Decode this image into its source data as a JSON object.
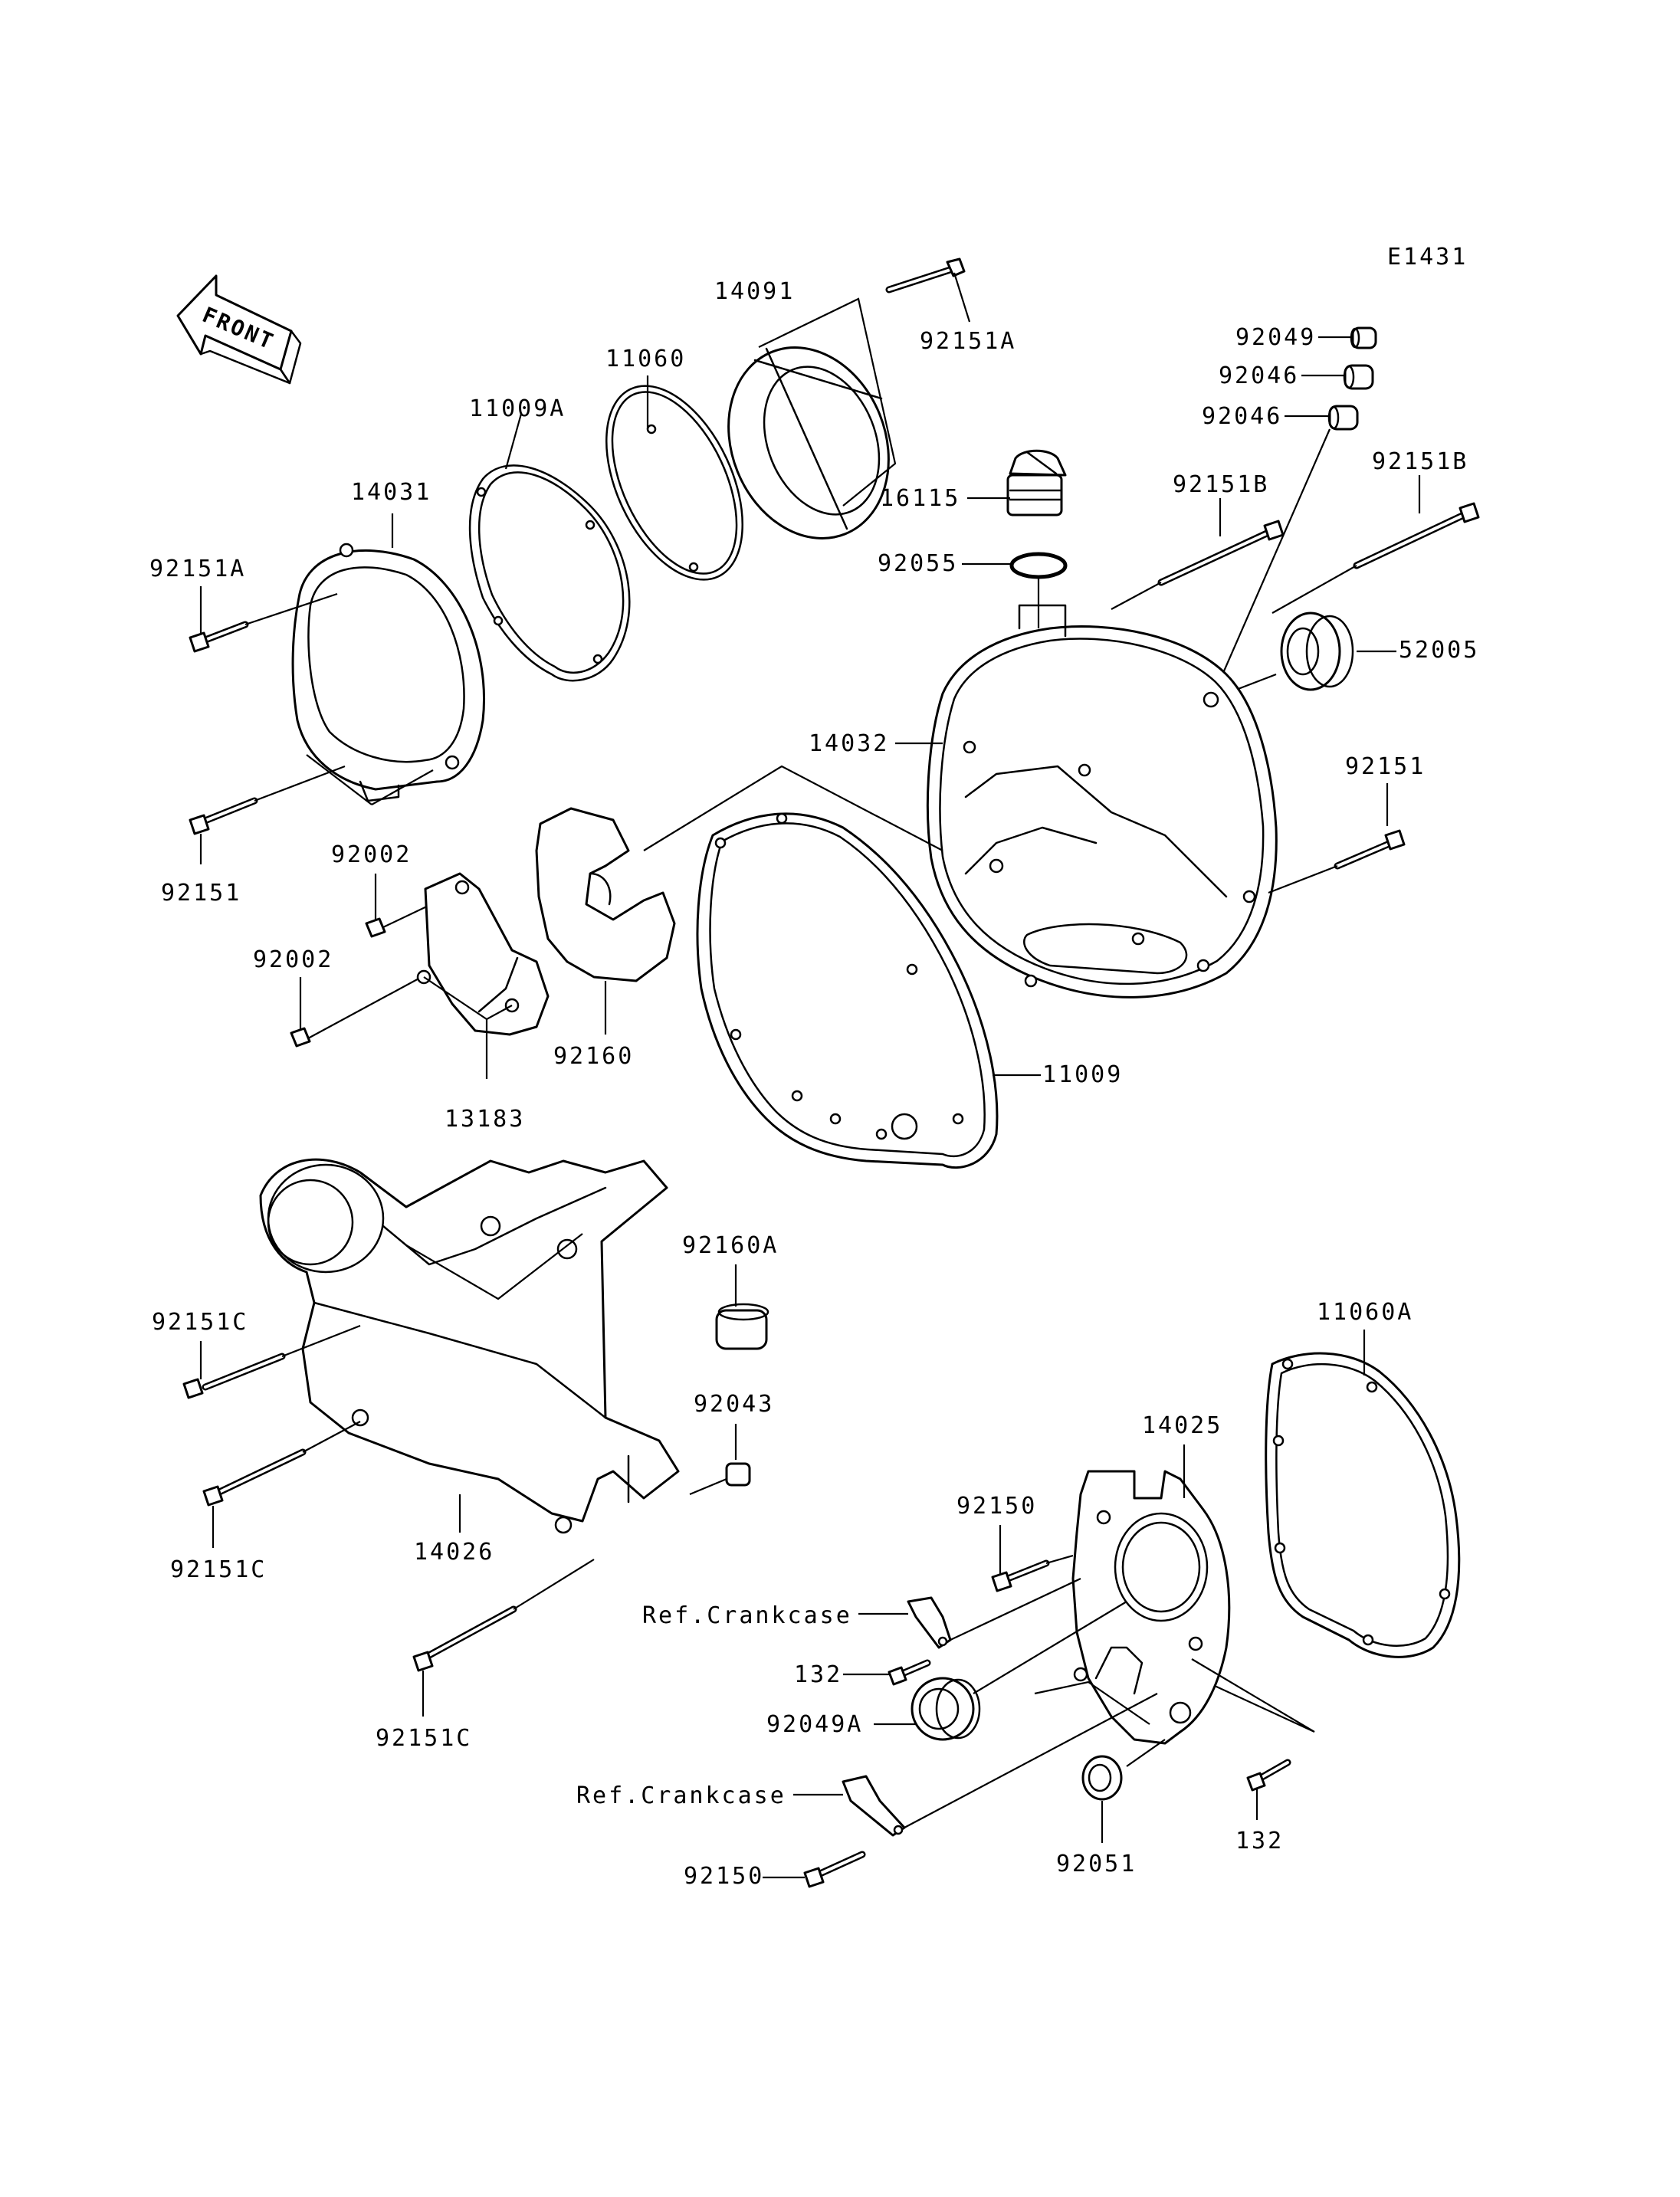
{
  "diagram_id": "E1431",
  "front_label": "FRONT",
  "labels": {
    "p14091": "14091",
    "p92151A_top": "92151A",
    "p92049": "92049",
    "p92046_a": "92046",
    "p92046_b": "92046",
    "p11060": "11060",
    "p11009A": "11009A",
    "p14031": "14031",
    "p92151A_left": "92151A",
    "p16115": "16115",
    "p92151B_a": "92151B",
    "p92151B_b": "92151B",
    "p92055": "92055",
    "p52005": "52005",
    "p14032": "14032",
    "p92151_right": "92151",
    "p92151_left": "92151",
    "p92002_a": "92002",
    "p92002_b": "92002",
    "p92160": "92160",
    "p13183": "13183",
    "p11009": "11009",
    "p92160A": "92160A",
    "p92151C_a": "92151C",
    "p92151C_b": "92151C",
    "p92151C_c": "92151C",
    "p14026": "14026",
    "p92043": "92043",
    "p11060A": "11060A",
    "p14025": "14025",
    "p92150_a": "92150",
    "p92150_b": "92150",
    "ref_crankcase_a": "Ref.Crankcase",
    "ref_crankcase_b": "Ref.Crankcase",
    "p132_a": "132",
    "p132_b": "132",
    "p92049A": "92049A",
    "p92051": "92051"
  }
}
